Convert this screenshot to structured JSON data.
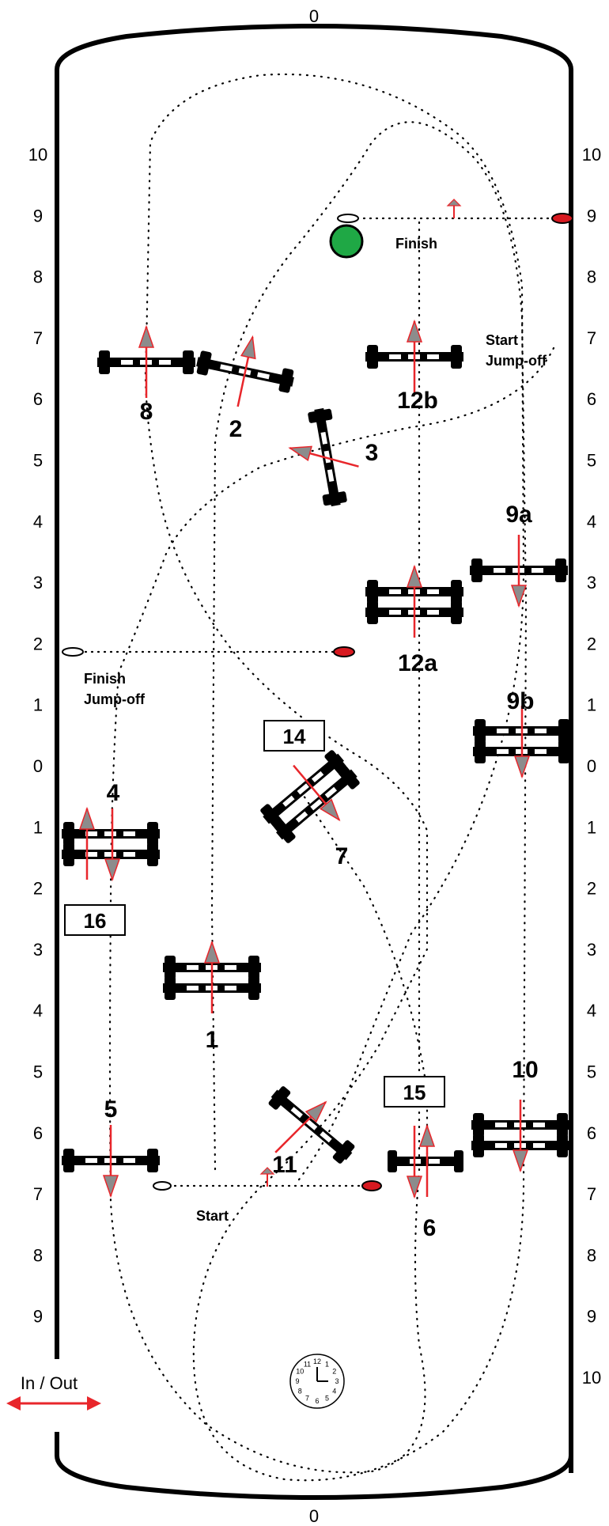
{
  "scale": {
    "top": "0",
    "bottom": "0",
    "left": [
      "10",
      "9",
      "8",
      "7",
      "6",
      "5",
      "4",
      "3",
      "2",
      "1",
      "0",
      "1",
      "2",
      "3",
      "4",
      "5",
      "6",
      "7",
      "8",
      "9"
    ],
    "right": [
      "10",
      "9",
      "8",
      "7",
      "6",
      "5",
      "4",
      "3",
      "2",
      "1",
      "0",
      "1",
      "2",
      "3",
      "4",
      "5",
      "6",
      "7",
      "8",
      "9",
      "10"
    ]
  },
  "obstacles": [
    "1",
    "2",
    "3",
    "4",
    "5",
    "6",
    "7",
    "8",
    "9a",
    "9b",
    "10",
    "11",
    "12a",
    "12b"
  ],
  "boxed_numbers": [
    "14",
    "15",
    "16"
  ],
  "labels": {
    "finish": "Finish",
    "start": "Start",
    "start_jumpoff_1": "Start",
    "start_jumpoff_2": "Jump-off",
    "finish_jumpoff_1": "Finish",
    "finish_jumpoff_2": "Jump-off",
    "in_out": "In / Out"
  },
  "clock": [
    "12",
    "1",
    "2",
    "3",
    "4",
    "5",
    "6",
    "7",
    "8",
    "9",
    "10",
    "11"
  ],
  "colors": {
    "arrow": "#e8262b",
    "arrow_fill": "#8c8c8c",
    "marker_red": "#d71920",
    "finish_dot": "#1fa845"
  }
}
